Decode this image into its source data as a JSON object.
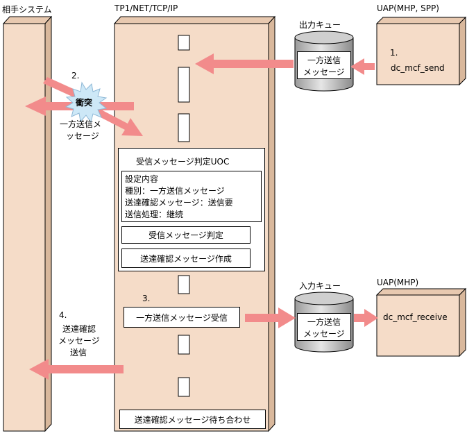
{
  "columns": {
    "partner": "相手システム",
    "tp1": "TP1/NET/TCP/IP",
    "output_queue": "出力キュー",
    "input_queue": "入力キュー",
    "uap_send": "UAP(MHP, SPP)",
    "uap_receive": "UAP(MHP)"
  },
  "queue_content": {
    "output_line1": "一方送信",
    "output_line2": "メッセージ",
    "input_line1": "一方送信",
    "input_line2": "メッセージ"
  },
  "steps": {
    "s1_number": "1.",
    "s1_label": "dc_mcf_send",
    "s2_number": "2.",
    "collision": "衝突",
    "s2_msg_line1": "一方送信メ",
    "s2_msg_line2": "ッセージ",
    "s3_number": "3.",
    "s3_label": "一方送信メッセージ受信",
    "receive_label": "dc_mcf_receive",
    "s4_number": "4.",
    "s4_line1": "送達確認",
    "s4_line2": "メッセージ",
    "s4_line3": "送信"
  },
  "uoc": {
    "title": "受信メッセージ判定UOC",
    "settings_title": "設定内容",
    "setting_type": "種別：一方送信メッセージ",
    "setting_ack": "送達確認メッセージ：送信要",
    "setting_process": "送信処理：継続",
    "judge_button": "受信メッセージ判定",
    "create_button": "送達確認メッセージ作成"
  },
  "wait_label": "送達確認メッセージ待ち合わせ",
  "colors": {
    "panel": "#f5dcc8",
    "panel_side": "#e8c9b0",
    "arrow": "#f28b8b",
    "burst": "#cde8f7"
  }
}
